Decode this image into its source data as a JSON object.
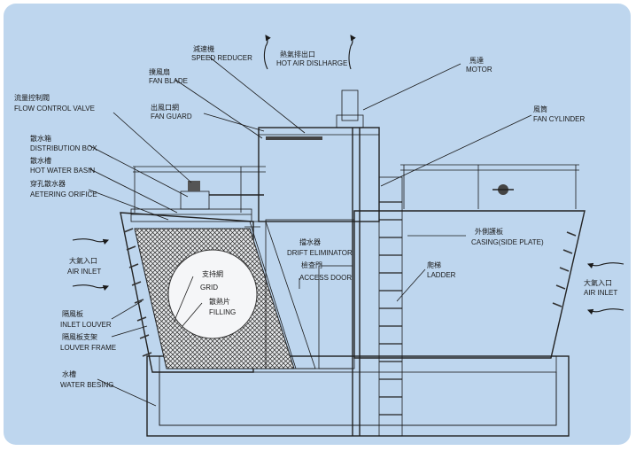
{
  "labels": {
    "speed_reducer": {
      "zh": "減速機",
      "en": "SPEED REDUCER"
    },
    "hot_air": {
      "zh": "熱氣排出口",
      "en": "HOT AIR DISLHARGE"
    },
    "motor": {
      "zh": "馬達",
      "en": "MOTOR"
    },
    "fan_blade": {
      "zh": "撲風扇",
      "en": "FAN BLADE"
    },
    "fan_guard": {
      "zh": "出風口網",
      "en": "FAN GUARD"
    },
    "fan_cylinder": {
      "zh": "風筒",
      "en": "FAN CYLINDER"
    },
    "flow_control": {
      "zh": "流量控制閥",
      "en": "FLOW CONTROL VALVE"
    },
    "distribution_box": {
      "zh": "散水箱",
      "en": "DISTRIBUTION BOX"
    },
    "hot_water_basin": {
      "zh": "散水槽",
      "en": "HOT WATER BASIN"
    },
    "orifice": {
      "zh": "穿孔散水器",
      "en": "AETERING ORIFICE"
    },
    "air_inlet_left": {
      "zh": "大氣入口",
      "en": "AIR INLET"
    },
    "air_inlet_right": {
      "zh": "大氣入口",
      "en": "AIR INLET"
    },
    "grid": {
      "zh": "支持網",
      "en": "GRID"
    },
    "filling": {
      "zh": "散熱片",
      "en": "FILLING"
    },
    "drift": {
      "zh": "擋水器",
      "en": "DRIFT ELIMINATOR"
    },
    "access_door": {
      "zh": "檢查門",
      "en": "ACCESS DOOR"
    },
    "ladder": {
      "zh": "爬梯",
      "en": "LADDER"
    },
    "casing": {
      "zh": "外側護板",
      "en": "CASING(SIDE PLATE)"
    },
    "inlet_louver": {
      "zh": "隔風板",
      "en": "INLET LOUVER"
    },
    "louver_frame": {
      "zh": "隔風板支架",
      "en": "LOUVER FRAME"
    },
    "water_basin": {
      "zh": "水槽",
      "en": "WATER BESING"
    }
  },
  "colors": {
    "background": "#bed6ee",
    "line": "#1a1a1a",
    "fill_light": "#f2f4f6"
  }
}
